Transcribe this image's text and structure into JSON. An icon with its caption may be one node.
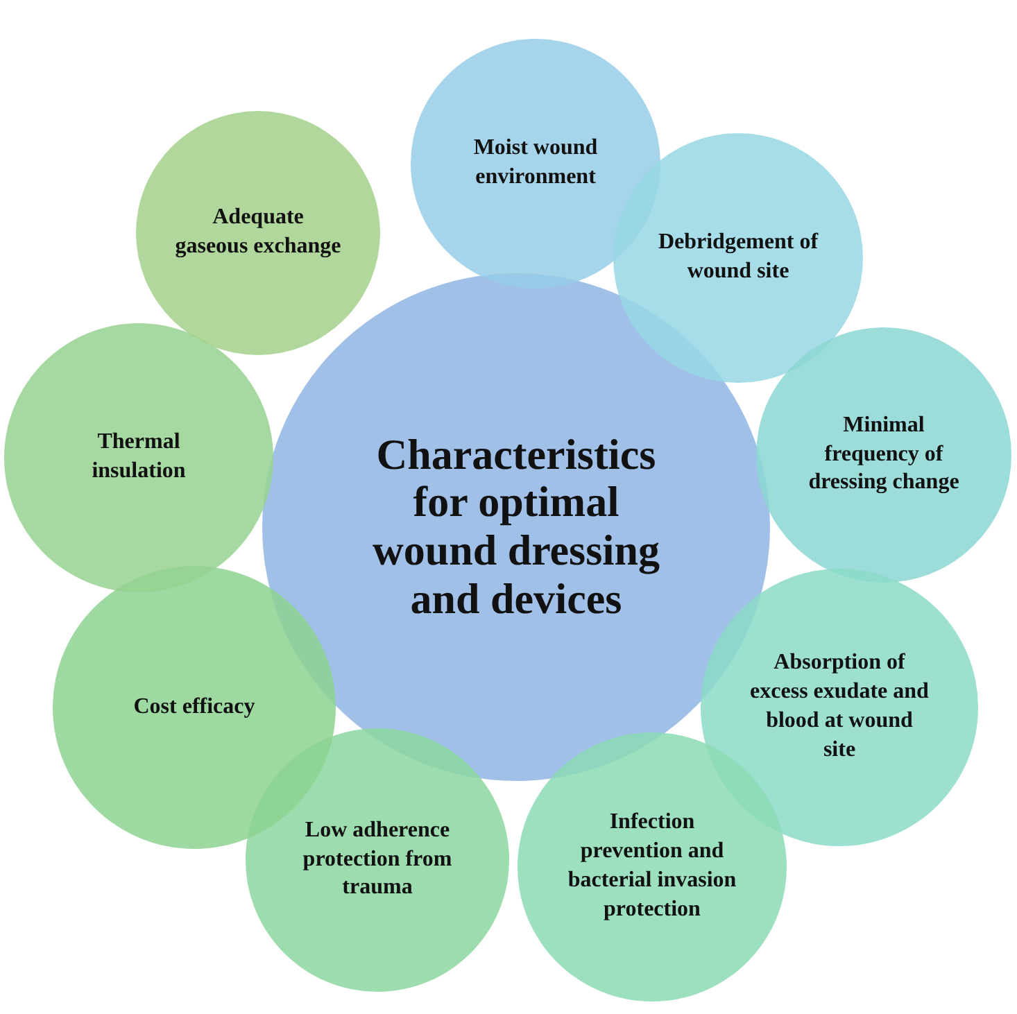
{
  "diagram": {
    "nodes": [
      {
        "text": [
          "Characteristics for optimal wound dressing and devices"
        ]
      },
      {
        "text": [
          "Moist wound environment"
        ]
      },
      {
        "text": [
          "Debridgement of wound site"
        ]
      },
      {
        "text": [
          "Minimal frequency of dressing change"
        ]
      },
      {
        "text": [
          "Absorption of excess exudate and blood at wound site"
        ]
      },
      {
        "text": [
          "Infection prevention and bacterial invasion protection"
        ]
      },
      {
        "text": [
          "Low adherence protection from trauma"
        ]
      },
      {
        "text": [
          "Cost efficacy"
        ]
      },
      {
        "text": [
          "Thermal insulation"
        ]
      },
      {
        "text": [
          "Adequate gaseous exchange"
        ]
      }
    ]
  }
}
